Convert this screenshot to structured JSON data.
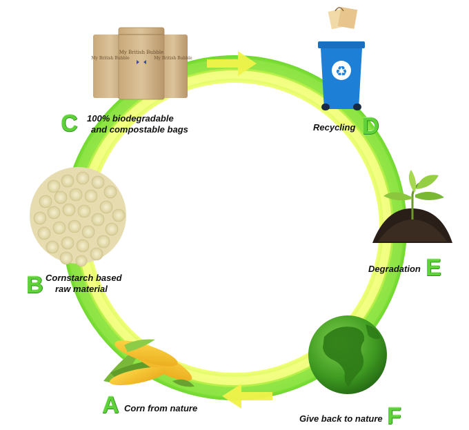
{
  "colors": {
    "ring_outer": "#7fe040",
    "ring_inner": "#f6ff7a",
    "letter": "#5fd23a",
    "bin": "#1e7fd6"
  },
  "stages": {
    "a": {
      "letter": "A",
      "label_line1": "Corn from nature",
      "label_line2": "",
      "icon": "corn-icon"
    },
    "b": {
      "letter": "B",
      "label_line1": "Cornstarch based",
      "label_line2": "raw material",
      "icon": "cornstarch-pellets-icon"
    },
    "c": {
      "letter": "C",
      "label_line1": "100% biodegradable",
      "label_line2": "and compostable bags",
      "icon": "kraft-bags-icon"
    },
    "d": {
      "letter": "D",
      "label_line1": "Recycling",
      "label_line2": "",
      "icon": "recycling-bin-icon"
    },
    "e": {
      "letter": "E",
      "label_line1": "Degradation",
      "label_line2": "",
      "icon": "sprout-in-soil-icon"
    },
    "f": {
      "letter": "F",
      "label_line1": "Give back to nature",
      "label_line2": "",
      "icon": "globe-icon"
    }
  },
  "bag_text": "My British Bubble"
}
